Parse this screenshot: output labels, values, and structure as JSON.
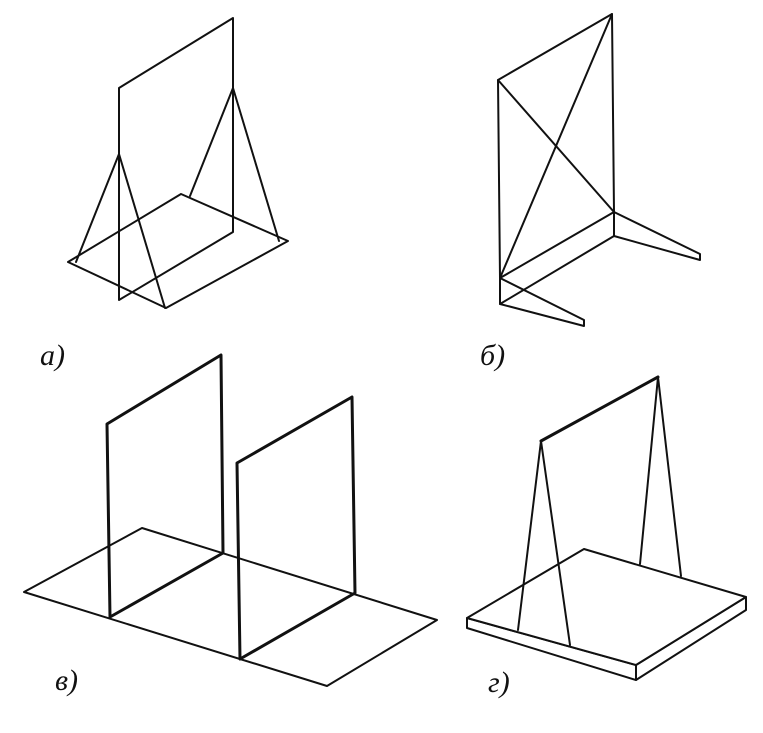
{
  "captions": {
    "a": "а)",
    "b": "б)",
    "v": "в)",
    "g": "г)"
  }
}
